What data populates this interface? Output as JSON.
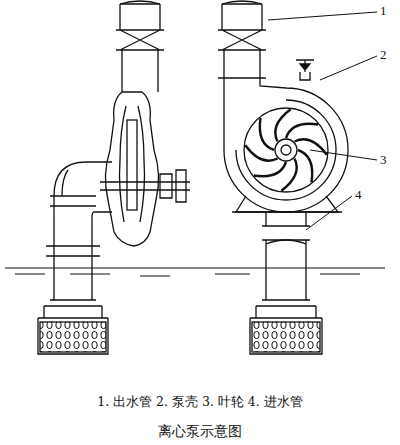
{
  "diagram": {
    "title": "离心泵示意图",
    "caption": "1. 出水管 2. 泵壳 3. 叶轮 4. 进水管",
    "labels": [
      "1",
      "2",
      "3",
      "4"
    ]
  }
}
